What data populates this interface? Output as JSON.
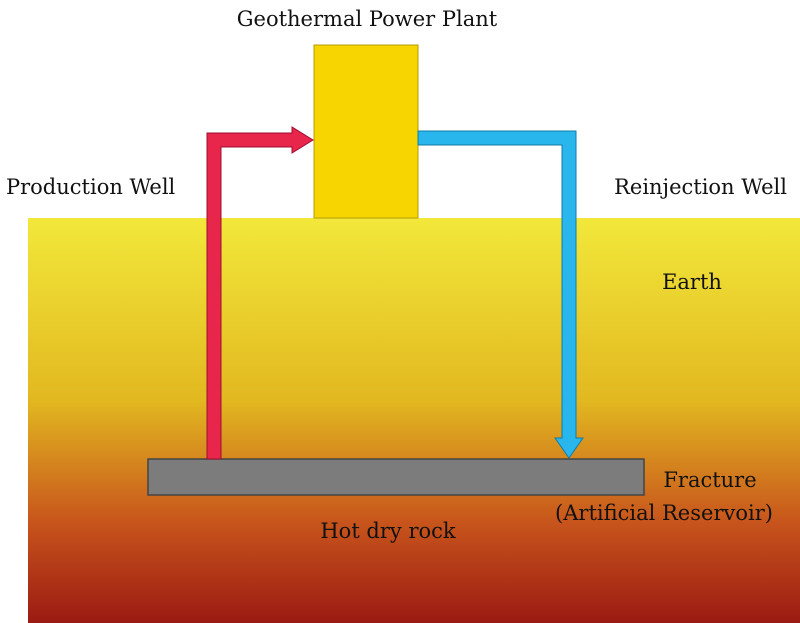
{
  "labels": {
    "plant": "Geothermal Power Plant",
    "production_well": "Production Well",
    "reinjection_well": "Reinjection Well",
    "earth": "Earth",
    "fracture": "Fracture",
    "artificial_reservoir": "(Artificial Reservoir)",
    "hot_dry_rock": "Hot dry rock"
  },
  "colors": {
    "earth_top": "#f2e83a",
    "earth_mid": "#e2b820",
    "earth_bottom": "#9b1a12",
    "plant": "#f7d500",
    "fracture": "#7c7c7c",
    "production_arrow": "#e8254a",
    "reinjection_arrow": "#29b6ec"
  }
}
